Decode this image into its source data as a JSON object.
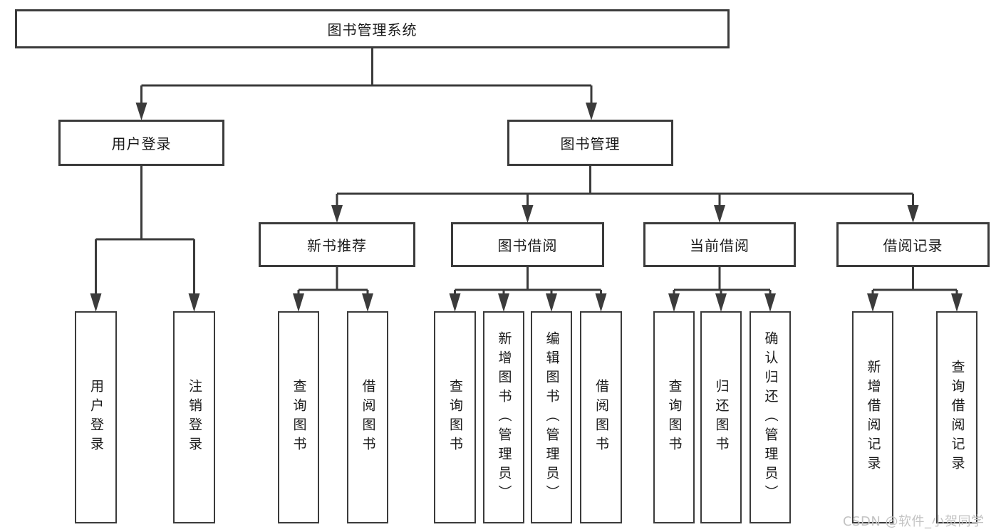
{
  "diagram": {
    "tree": {
      "label": "图书管理系统",
      "children": [
        {
          "label": "用户登录",
          "children": [
            {
              "label": "用户登录"
            },
            {
              "label": "注销登录"
            }
          ]
        },
        {
          "label": "图书管理",
          "children": [
            {
              "label": "新书推荐",
              "children": [
                {
                  "label": "查询图书"
                },
                {
                  "label": "借阅图书"
                }
              ]
            },
            {
              "label": "图书借阅",
              "children": [
                {
                  "label": "查询图书"
                },
                {
                  "label": "新增图书（管理员）"
                },
                {
                  "label": "编辑图书（管理员）"
                },
                {
                  "label": "借阅图书"
                }
              ]
            },
            {
              "label": "当前借阅",
              "children": [
                {
                  "label": "查询图书"
                },
                {
                  "label": "归还图书"
                },
                {
                  "label": "确认归还（管理员）"
                }
              ]
            },
            {
              "label": "借阅记录",
              "children": [
                {
                  "label": "新增借阅记录"
                },
                {
                  "label": "查询借阅记录"
                }
              ]
            }
          ]
        }
      ]
    },
    "colors": {
      "line": "#3b3b3b",
      "box_border": "#3b3b3b",
      "text": "#1a1a1a",
      "background": "#ffffff",
      "watermark_text": "#c3c3c3"
    }
  },
  "watermark": "CSDN @软件_小贺同学"
}
